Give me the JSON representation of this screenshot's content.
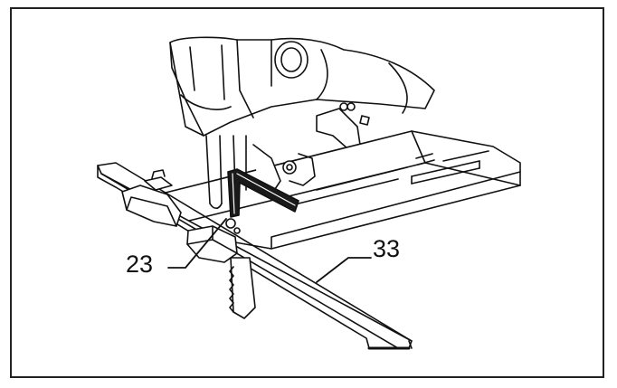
{
  "figure": {
    "callouts": [
      {
        "id": "23",
        "text": "23"
      },
      {
        "id": "33",
        "text": "33"
      }
    ]
  },
  "colors": {
    "ink": "#111111",
    "fill_light": "#ffffff",
    "fill_dark": "#1a1a1a",
    "border": "#222222"
  }
}
